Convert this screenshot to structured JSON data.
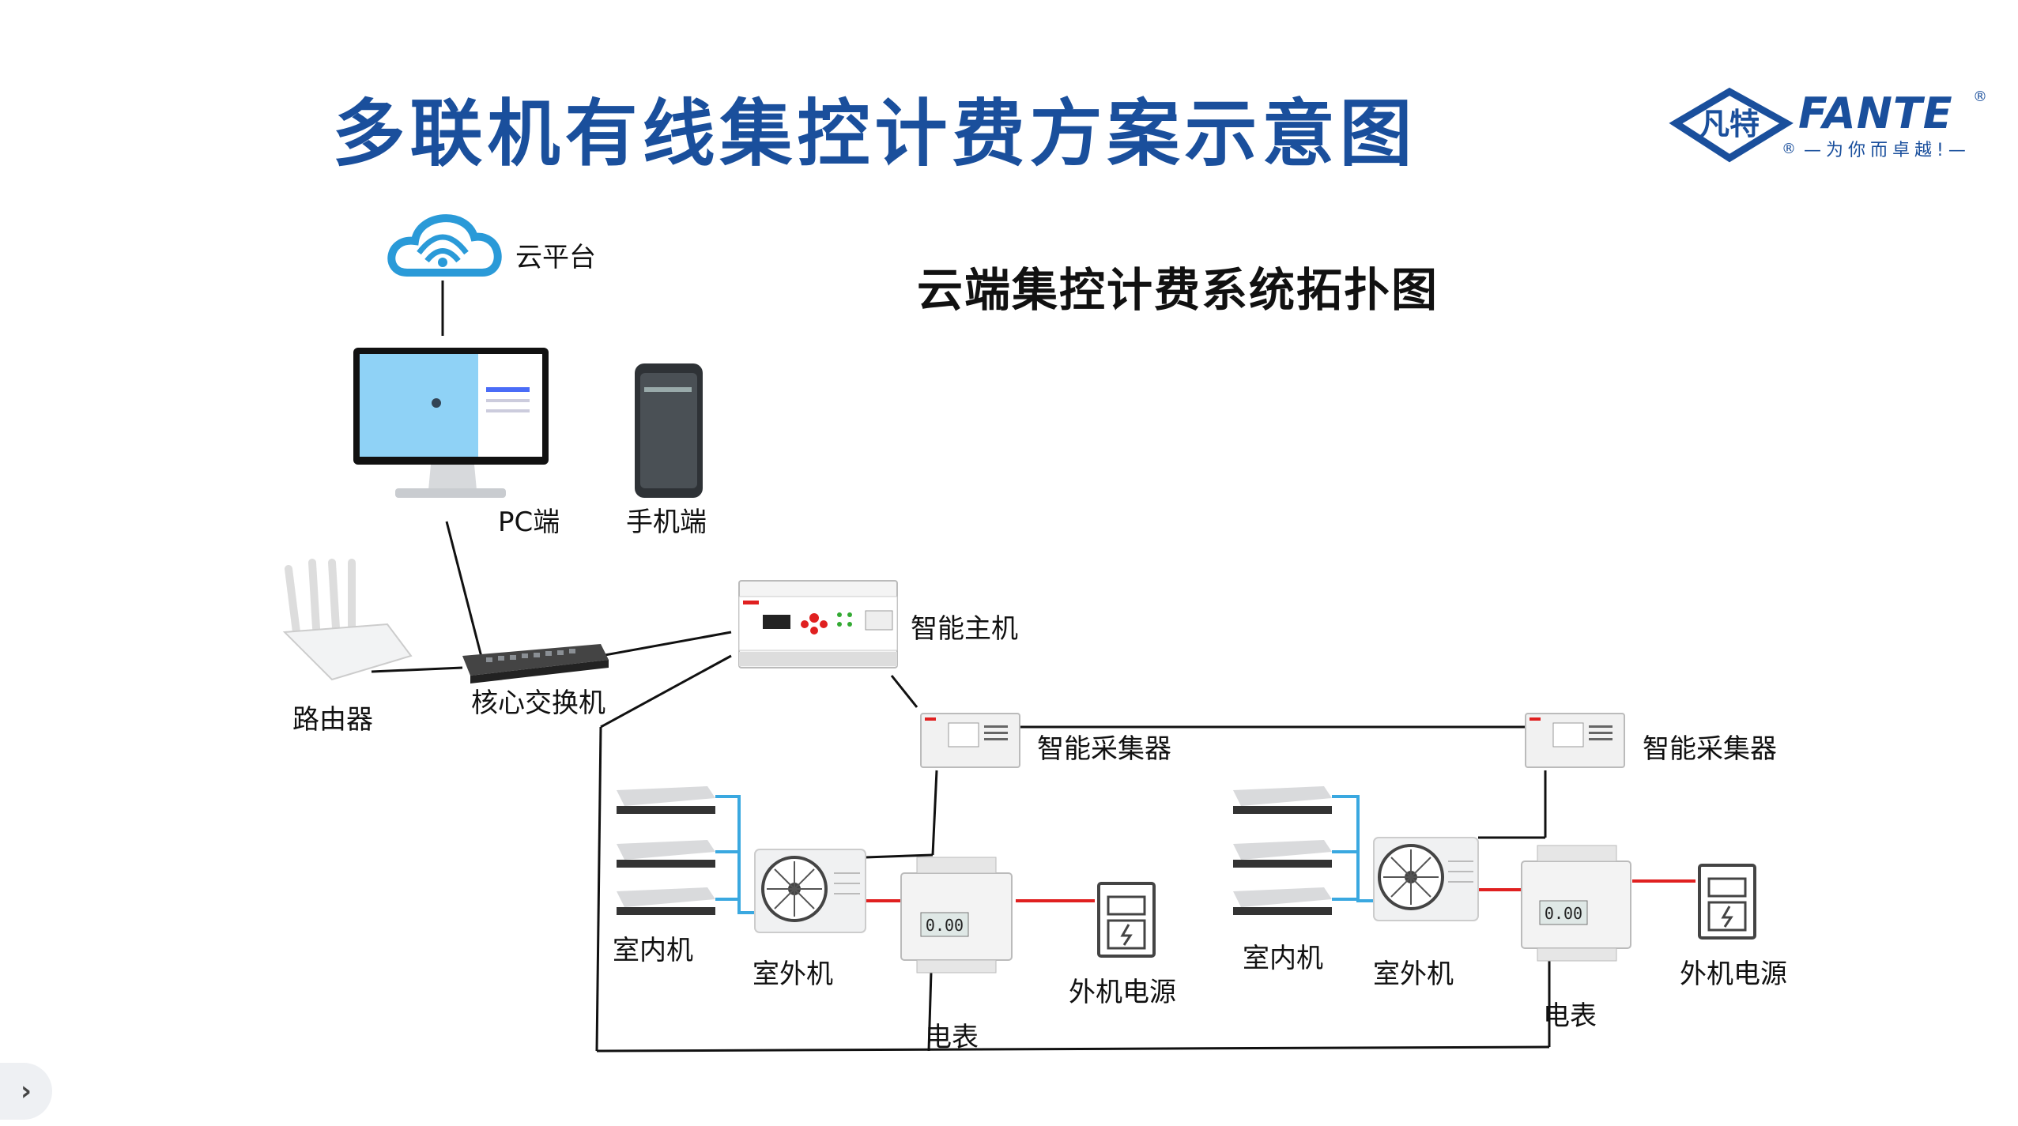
{
  "title": "多联机有线集控计费方案示意图",
  "subtitle": "云端集控计费系统拓扑图",
  "logo": {
    "brand_cn": "凡特",
    "brand_en": "FANTE",
    "slogan": "—为你而卓越!—",
    "reg_mark": "®"
  },
  "nodes": {
    "cloud": "云平台",
    "pc": "PC端",
    "phone": "手机端",
    "router": "路由器",
    "switch": "核心交换机",
    "host": "智能主机",
    "collector_1": "智能采集器",
    "collector_2": "智能采集器",
    "indoor_1": "室内机",
    "outdoor_1": "室外机",
    "meter_1": "电表",
    "power_1": "外机电源",
    "indoor_2": "室内机",
    "outdoor_2": "室外机",
    "meter_2": "电表",
    "power_2": "外机电源"
  },
  "meter_reading": "0.00",
  "colors": {
    "title": "#1a4f9c",
    "link": "#111111",
    "refrigerant": "#3aa8e0",
    "power_link": "#e02020"
  },
  "nav": {
    "icon": "chevron-right-icon"
  }
}
